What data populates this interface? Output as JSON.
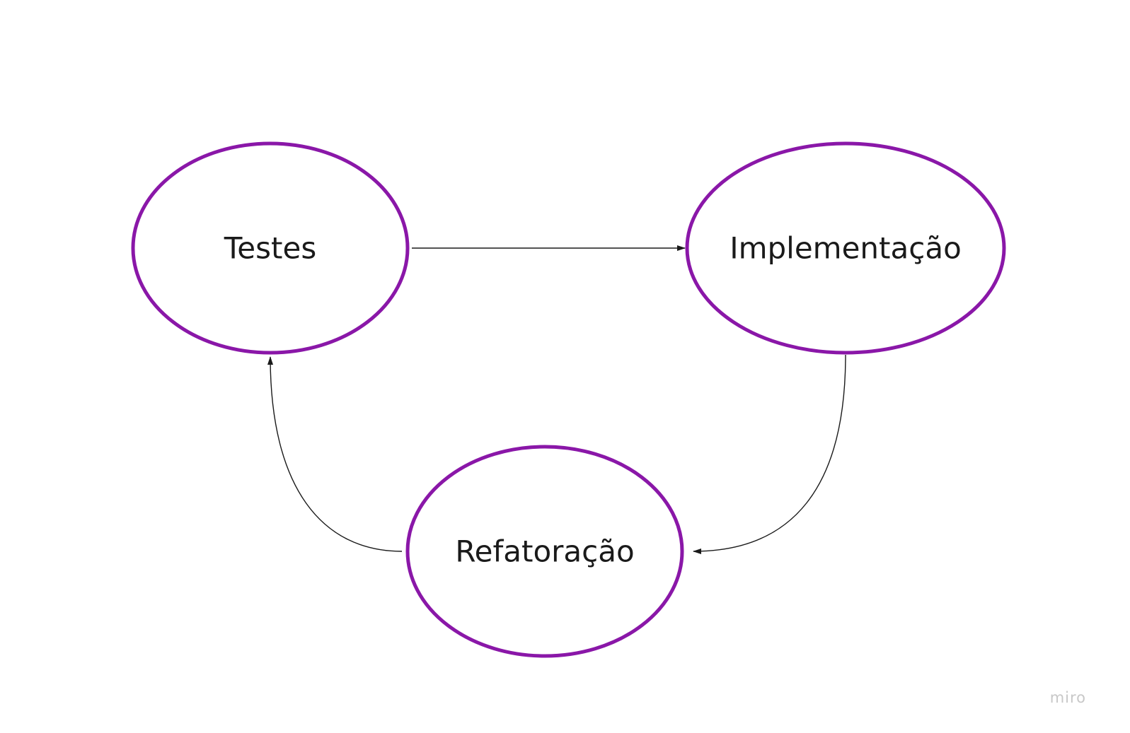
{
  "diagram": {
    "nodes": [
      {
        "id": "testes",
        "label": "Testes"
      },
      {
        "id": "implementacao",
        "label": "Implementação"
      },
      {
        "id": "refatoracao",
        "label": "Refatoração"
      }
    ],
    "edges": [
      {
        "from": "testes",
        "to": "implementacao"
      },
      {
        "from": "implementacao",
        "to": "refatoracao"
      },
      {
        "from": "refatoracao",
        "to": "testes"
      }
    ]
  },
  "colors": {
    "node_stroke": "#8a17a8",
    "edge_stroke": "#1a1a1a",
    "watermark": "#c8c8c8"
  },
  "watermark": {
    "text": "miro"
  }
}
